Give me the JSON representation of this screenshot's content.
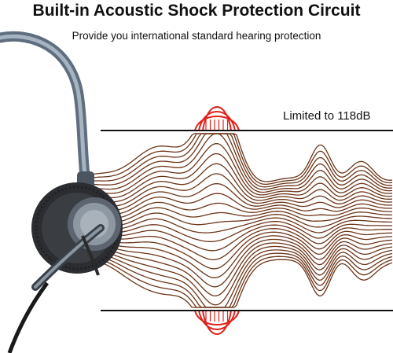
{
  "header": {
    "title": "Built-in Acoustic Shock Protection Circuit",
    "subtitle": "Provide you international standard hearing protection"
  },
  "limit": {
    "label": "Limited to 118dB"
  },
  "colors": {
    "wave": "#6b3418",
    "clipped_wave": "#e0221a",
    "limit_line": "#111111",
    "headset_band": "#7e8e9e",
    "ear_cushion": "#2b2d31",
    "speaker_housing": "#8e98a2"
  },
  "icons": {
    "headset": "headset-icon"
  }
}
